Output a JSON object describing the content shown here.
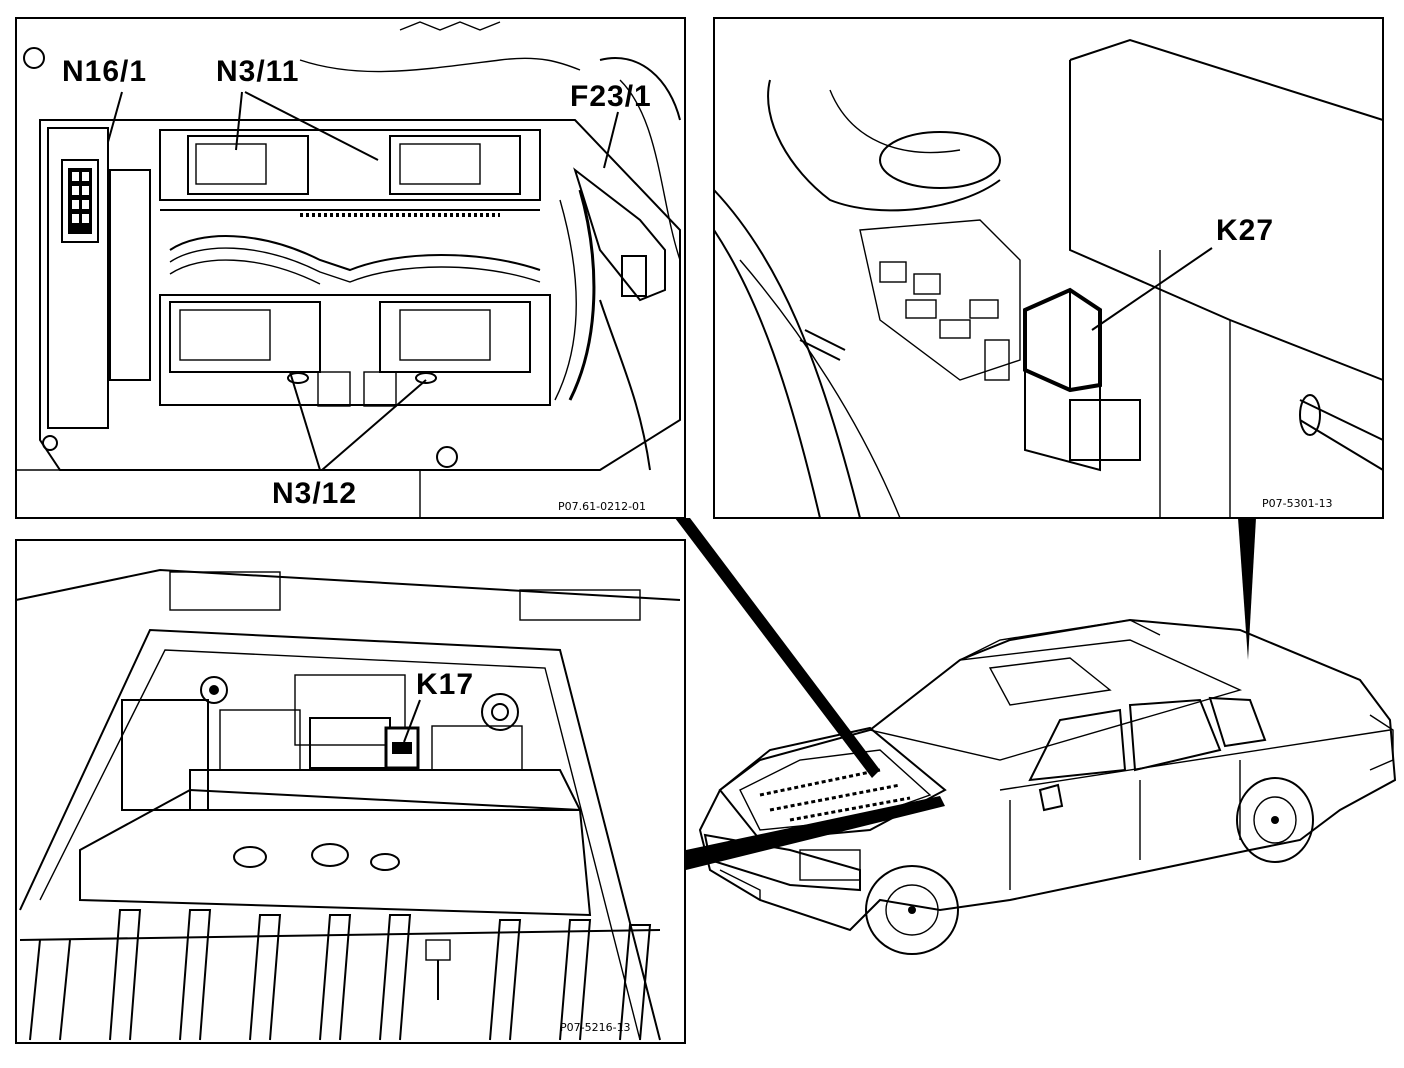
{
  "panels": {
    "top_left": {
      "callouts": [
        "N16/1",
        "N3/11",
        "F23/1",
        "N3/12"
      ],
      "figure_id": "P07.61-0212-01"
    },
    "top_right": {
      "callouts": [
        "K27"
      ],
      "figure_id": "P07-5301-13"
    },
    "bottom_left": {
      "callouts": [
        "K17"
      ],
      "figure_id": "P07-5216-13"
    }
  }
}
